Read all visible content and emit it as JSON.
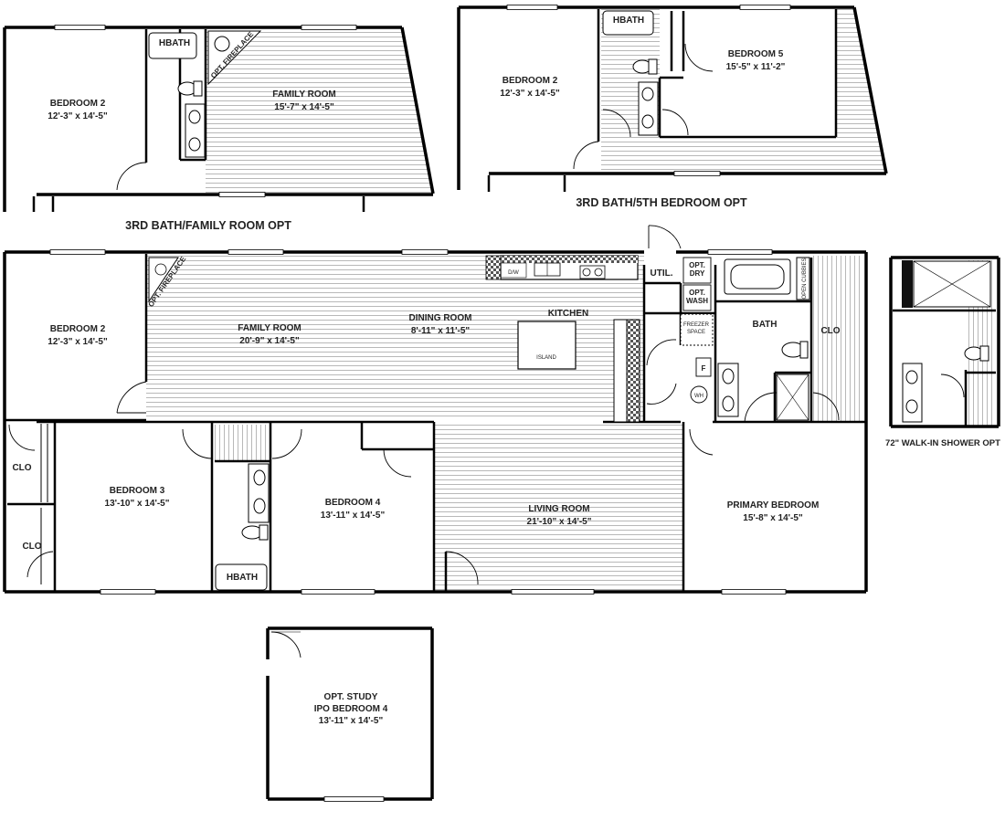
{
  "main": {
    "bedroom2": {
      "name": "BEDROOM 2",
      "size": "12'-3\" x 14'-5\""
    },
    "family_room": {
      "name": "FAMILY ROOM",
      "size": "20'-9\" x 14'-5\""
    },
    "dining_room": {
      "name": "DINING ROOM",
      "size": "8'-11\" x 11'-5\""
    },
    "kitchen": "KITCHEN",
    "island": "ISLAND",
    "util": "UTIL.",
    "dryer": [
      "OPT.",
      "DRY"
    ],
    "washer": [
      "OPT.",
      "WASH"
    ],
    "freezer": [
      "FREEZER",
      "SPACE"
    ],
    "furnace": "F",
    "water_heater": "WH",
    "bath": "BATH",
    "clo": "CLO",
    "open_cubbies": "OPEN CUBBIES",
    "fireplace": "OPT. FIREPLACE",
    "dishwasher": "D/W",
    "bedroom3": {
      "name": "BEDROOM 3",
      "size": "13'-10\" x 14'-5\""
    },
    "hbath": "HBATH",
    "bedroom4": {
      "name": "BEDROOM 4",
      "size": "13'-11\" x 14'-5\""
    },
    "living_room": {
      "name": "LIVING ROOM",
      "size": "21'-10\" x 14'-5\""
    },
    "primary_bedroom": {
      "name": "PRIMARY BEDROOM",
      "size": "15'-8\" x 14'-5\""
    }
  },
  "opt_family_room": {
    "bedroom2": {
      "name": "BEDROOM 2",
      "size": "12'-3\" x 14'-5\""
    },
    "hbath": "HBATH",
    "family_room": {
      "name": "FAMILY ROOM",
      "size": "15'-7\" x 14'-5\""
    },
    "fireplace": "OPT. FIREPLACE",
    "caption": "3RD BATH/FAMILY ROOM OPT"
  },
  "opt_5th_bedroom": {
    "bedroom2": {
      "name": "BEDROOM 2",
      "size": "12'-3\" x 14'-5\""
    },
    "hbath": "HBATH",
    "bedroom5": {
      "name": "BEDROOM 5",
      "size": "15'-5\" x 11'-2\""
    },
    "caption": "3RD BATH/5TH BEDROOM OPT"
  },
  "opt_shower": {
    "caption": "72\" WALK-IN SHOWER OPT"
  },
  "opt_study": {
    "line1": "OPT. STUDY",
    "line2": "IPO BEDROOM 4",
    "size": "13'-11\" x 14'-5\""
  }
}
